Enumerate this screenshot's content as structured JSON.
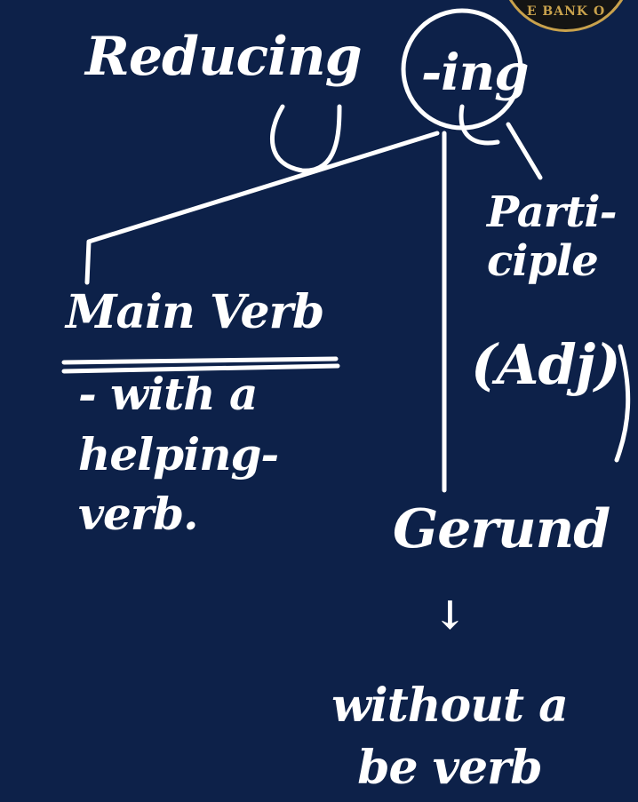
{
  "colors": {
    "background": "#0d2149",
    "ink": "#ffffff",
    "seal_gold": "#c9a24d"
  },
  "title_word": "Reducing",
  "suffix": "-ing",
  "branches": {
    "main_verb": {
      "label": "Main Verb",
      "note": "- with a helping- verb."
    },
    "participle": {
      "label": "Parti- ciple",
      "note": "(Adj)"
    },
    "gerund": {
      "label": "Gerund",
      "arrow": "↓",
      "note": "without a be verb"
    }
  },
  "seal": {
    "text": "E BANK O"
  }
}
